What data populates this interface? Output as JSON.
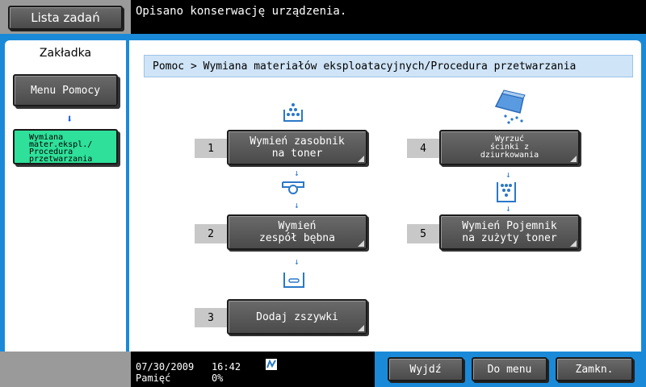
{
  "header": {
    "job_list_label": "Lista zadań",
    "message": "Opisano konserwację urządzenia."
  },
  "sidebar": {
    "title": "Zakładka",
    "help_menu_label": "Menu Pomocy",
    "current_item_lines": [
      "Wymiana",
      "mater.ekspl./",
      "Procedura",
      "przetwarzania"
    ]
  },
  "main": {
    "breadcrumb": "Pomoc > Wymiana materiałów eksploatacyjnych/Procedura przetwarzania",
    "steps": [
      {
        "number": "1",
        "lines": [
          "Wymień zasobnik",
          "na toner"
        ]
      },
      {
        "number": "2",
        "lines": [
          "Wymień",
          "zespół bębna"
        ]
      },
      {
        "number": "3",
        "lines": [
          "Dodaj zszywki"
        ]
      },
      {
        "number": "4",
        "lines": [
          "Wyrzuć",
          "ścinki z",
          "dziurkowania"
        ]
      },
      {
        "number": "5",
        "lines": [
          "Wymień Pojemnik",
          "na zużyty toner"
        ]
      }
    ]
  },
  "status": {
    "date": "07/30/2009",
    "time": "16:42",
    "memory_label": "Pamięć",
    "memory_value": "0%"
  },
  "footer": {
    "exit_label": "Wyjdź",
    "to_menu_label": "Do menu",
    "close_label": "Zamkn."
  },
  "icons": {
    "toner": "toner-icon",
    "drum": "drum-unit-icon",
    "staples": "staple-icon",
    "punch": "punch-scraps-icon",
    "waste": "waste-toner-icon",
    "status": "network-status-icon"
  },
  "colors": {
    "frame_blue": "#1a8ad8",
    "active_green": "#2ee09a",
    "button_gray": "#5a5a5a"
  }
}
